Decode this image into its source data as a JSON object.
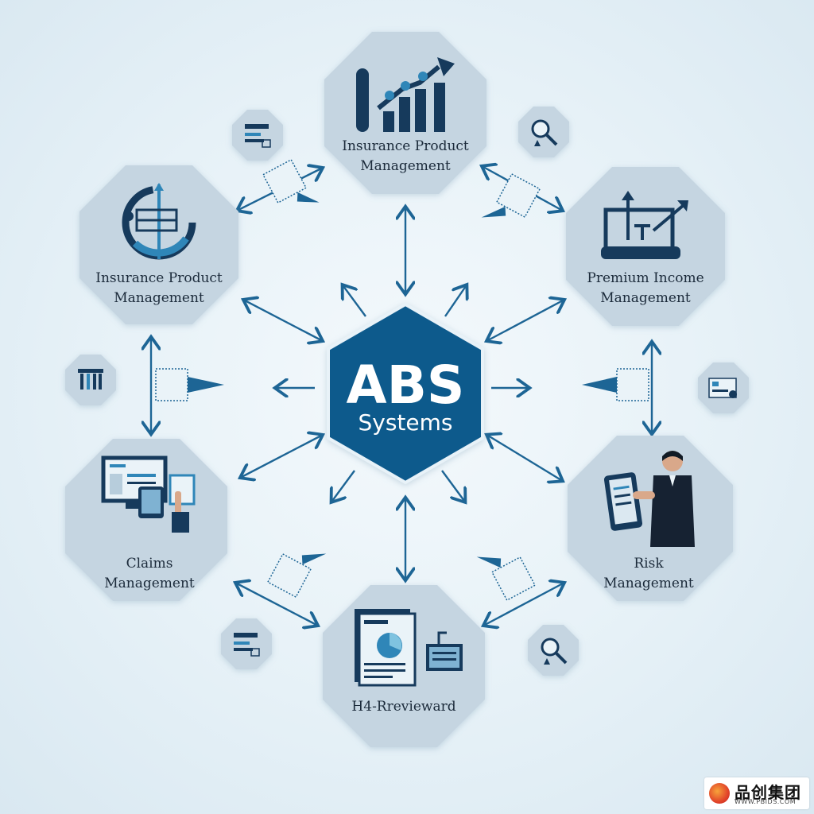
{
  "center": {
    "title": "ABS",
    "subtitle": "Systems"
  },
  "modules": [
    {
      "id": "top",
      "label_line1": "Insurance Product",
      "label_line2": "Management",
      "icon": "bar-chart-growth-icon"
    },
    {
      "id": "upper-left",
      "label_line1": "Insurance Product",
      "label_line2": "Management",
      "icon": "circular-process-icon"
    },
    {
      "id": "upper-right",
      "label_line1": "Premium Income",
      "label_line2": "Management",
      "icon": "income-growth-icon"
    },
    {
      "id": "lower-left",
      "label_line1": "Claims",
      "label_line2": "Management",
      "icon": "computer-devices-icon"
    },
    {
      "id": "lower-right",
      "label_line1": "Risk",
      "label_line2": "Management",
      "icon": "businessman-tablet-icon"
    },
    {
      "id": "bottom",
      "label_line1": "H4-Rrevieward",
      "label_line2": "",
      "icon": "document-review-icon"
    }
  ],
  "small_icons": [
    "form-document-icon",
    "magnifier-icon",
    "building-columns-icon",
    "id-card-icon",
    "form-document-icon",
    "magnifier-icon"
  ],
  "colors": {
    "center_fill": "#0f5a8c",
    "octagon_fill": "#c5d5e1",
    "arrow": "#1d6595",
    "icon_dark": "#163a5c",
    "icon_accent": "#2f86b8"
  },
  "watermark": {
    "brand_text": "品创集团",
    "url_text": "WWW.PBIDS.COM"
  }
}
